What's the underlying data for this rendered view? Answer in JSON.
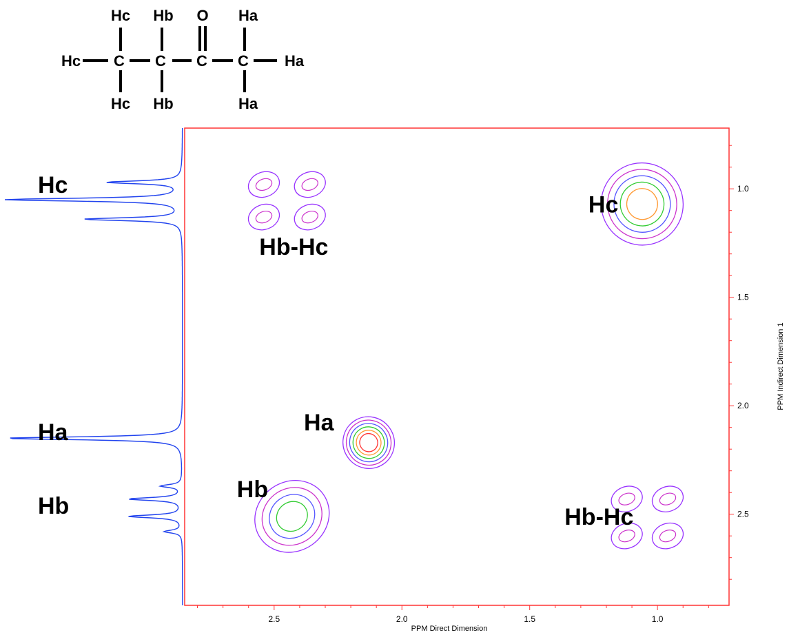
{
  "colors": {
    "frame": "#ff3333",
    "projection": "#2244ee",
    "contour_levels": [
      "#9933ff",
      "#cc33cc",
      "#5555ff",
      "#33cc33",
      "#ff9933",
      "#ff3333"
    ]
  },
  "molecule": {
    "atoms": [
      "Hc",
      "Hc",
      "Hc",
      "C",
      "Hb",
      "Hb",
      "C",
      "O",
      "C",
      "Ha",
      "Ha",
      "Ha",
      "C"
    ]
  },
  "chart_data": {
    "type": "contour",
    "xlabel": "PPM Direct Dimension",
    "ylabel": "PPM Indirect Dimension 1",
    "xlim": [
      2.85,
      0.72
    ],
    "ylim": [
      0.72,
      2.92
    ],
    "x_ticks": [
      "2.5",
      "2.0",
      "1.5",
      "1.0"
    ],
    "y_ticks": [
      "1.0",
      "1.5",
      "2.0",
      "2.5"
    ],
    "peaks": [
      {
        "label": "Hc",
        "x": 1.06,
        "y": 1.07,
        "rx": 0.16,
        "ry": 0.19,
        "levels": 5,
        "type": "diagonal"
      },
      {
        "label": "Ha",
        "x": 2.13,
        "y": 2.17,
        "rx": 0.1,
        "ry": 0.12,
        "levels": 6,
        "type": "diagonal"
      },
      {
        "label": "Hb",
        "x": 2.43,
        "y": 2.51,
        "rx": 0.15,
        "ry": 0.16,
        "levels": 4,
        "type": "diagonal"
      },
      {
        "label": "Hb-Hc",
        "x": 2.45,
        "y": 1.05,
        "type": "cross",
        "spots": [
          {
            "x": 2.54,
            "y": 0.98
          },
          {
            "x": 2.36,
            "y": 0.98
          },
          {
            "x": 2.54,
            "y": 1.13
          },
          {
            "x": 2.36,
            "y": 1.13
          }
        ]
      },
      {
        "label": "Hb-Hc",
        "x": 1.04,
        "y": 2.51,
        "type": "cross",
        "spots": [
          {
            "x": 1.12,
            "y": 2.43
          },
          {
            "x": 0.96,
            "y": 2.43
          },
          {
            "x": 1.12,
            "y": 2.6
          },
          {
            "x": 0.96,
            "y": 2.6
          }
        ]
      }
    ],
    "projection_labels": [
      {
        "label": "Hc",
        "y": 0.98
      },
      {
        "label": "Ha",
        "y": 2.12
      },
      {
        "label": "Hb",
        "y": 2.46
      }
    ],
    "projection_peaks": [
      {
        "y": 0.97,
        "height": 0.42
      },
      {
        "y": 1.05,
        "height": 1.0
      },
      {
        "y": 1.14,
        "height": 0.55
      },
      {
        "y": 2.15,
        "height": 1.0
      },
      {
        "y": 2.37,
        "height": 0.12
      },
      {
        "y": 2.43,
        "height": 0.3
      },
      {
        "y": 2.51,
        "height": 0.3
      },
      {
        "y": 2.58,
        "height": 0.1
      }
    ]
  }
}
